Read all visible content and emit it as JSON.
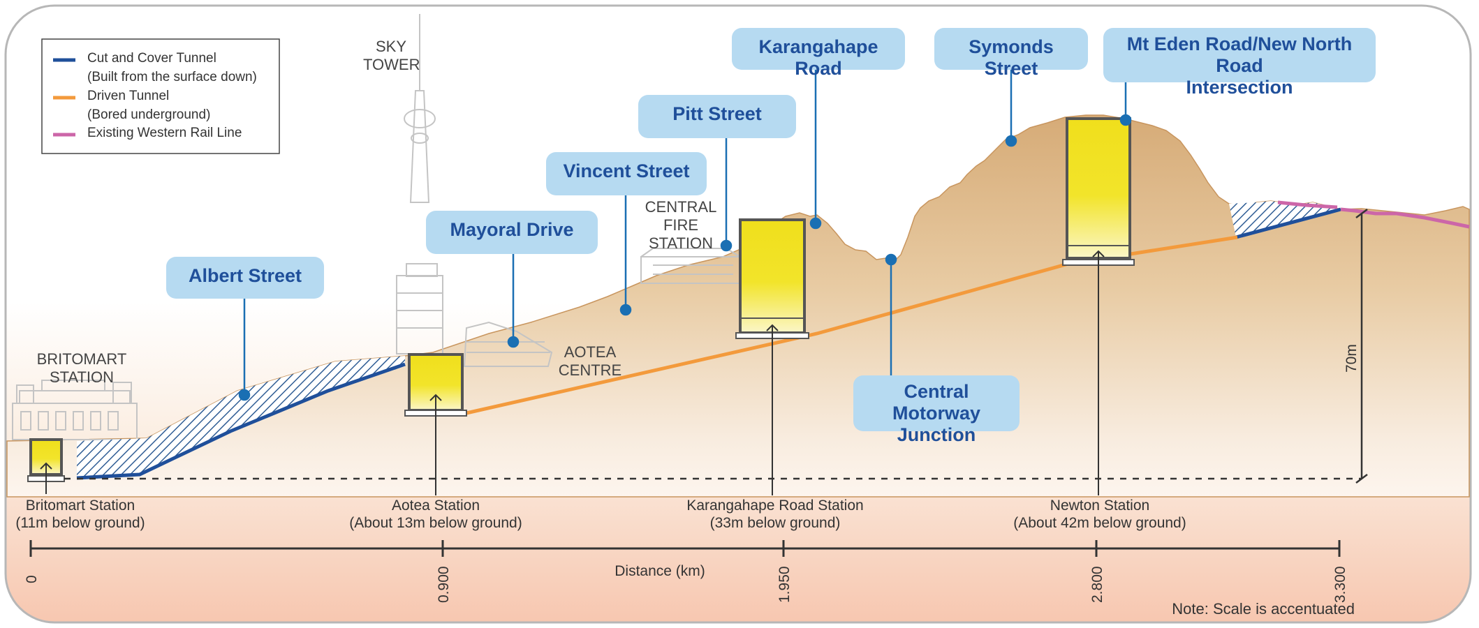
{
  "legend": {
    "items": [
      {
        "label": "Cut and Cover Tunnel",
        "sub": "(Built from the surface down)",
        "color": "#1f4f9a"
      },
      {
        "label": "Driven Tunnel",
        "sub": "(Bored underground)",
        "color": "#f39a3c"
      },
      {
        "label": "Existing Western Rail Line",
        "sub": "",
        "color": "#cc66a8"
      }
    ]
  },
  "callouts": {
    "albert": "Albert Street",
    "mayoral": "Mayoral Drive",
    "vincent": "Vincent Street",
    "pitt": "Pitt Street",
    "karangahape": "Karangahape Road",
    "symonds": "Symonds Street",
    "mteden_line1": "Mt Eden Road/New North Road",
    "mteden_line2": "Intersection",
    "cmj_line1": "Central Motorway",
    "cmj_line2": "Junction"
  },
  "landmarks": {
    "britomart_line1": "BRITOMART",
    "britomart_line2": "STATION",
    "skytower_line1": "SKY",
    "skytower_line2": "TOWER",
    "aotea_line1": "AOTEA",
    "aotea_line2": "CENTRE",
    "fire_line1": "CENTRAL",
    "fire_line2": "FIRE",
    "fire_line3": "STATION"
  },
  "stations": [
    {
      "name": "Britomart Station",
      "depth": "(11m below ground)"
    },
    {
      "name": "Aotea Station",
      "depth": "(About 13m below ground)"
    },
    {
      "name": "Karangahape Road Station",
      "depth": "(33m below ground)"
    },
    {
      "name": "Newton Station",
      "depth": "(About 42m below ground)"
    }
  ],
  "axis": {
    "title": "Distance (km)",
    "ticks": [
      "0",
      "0.900",
      "1.950",
      "2.800",
      "3.300"
    ]
  },
  "height_marker": "70m",
  "note": "Note: Scale is accentuated",
  "colors": {
    "ground": "#dcb583",
    "callout_bg": "#b6daf1",
    "callout_text": "#1f4f9a",
    "station_fill": "#f2e21f",
    "frame": "#b7b7b7"
  }
}
